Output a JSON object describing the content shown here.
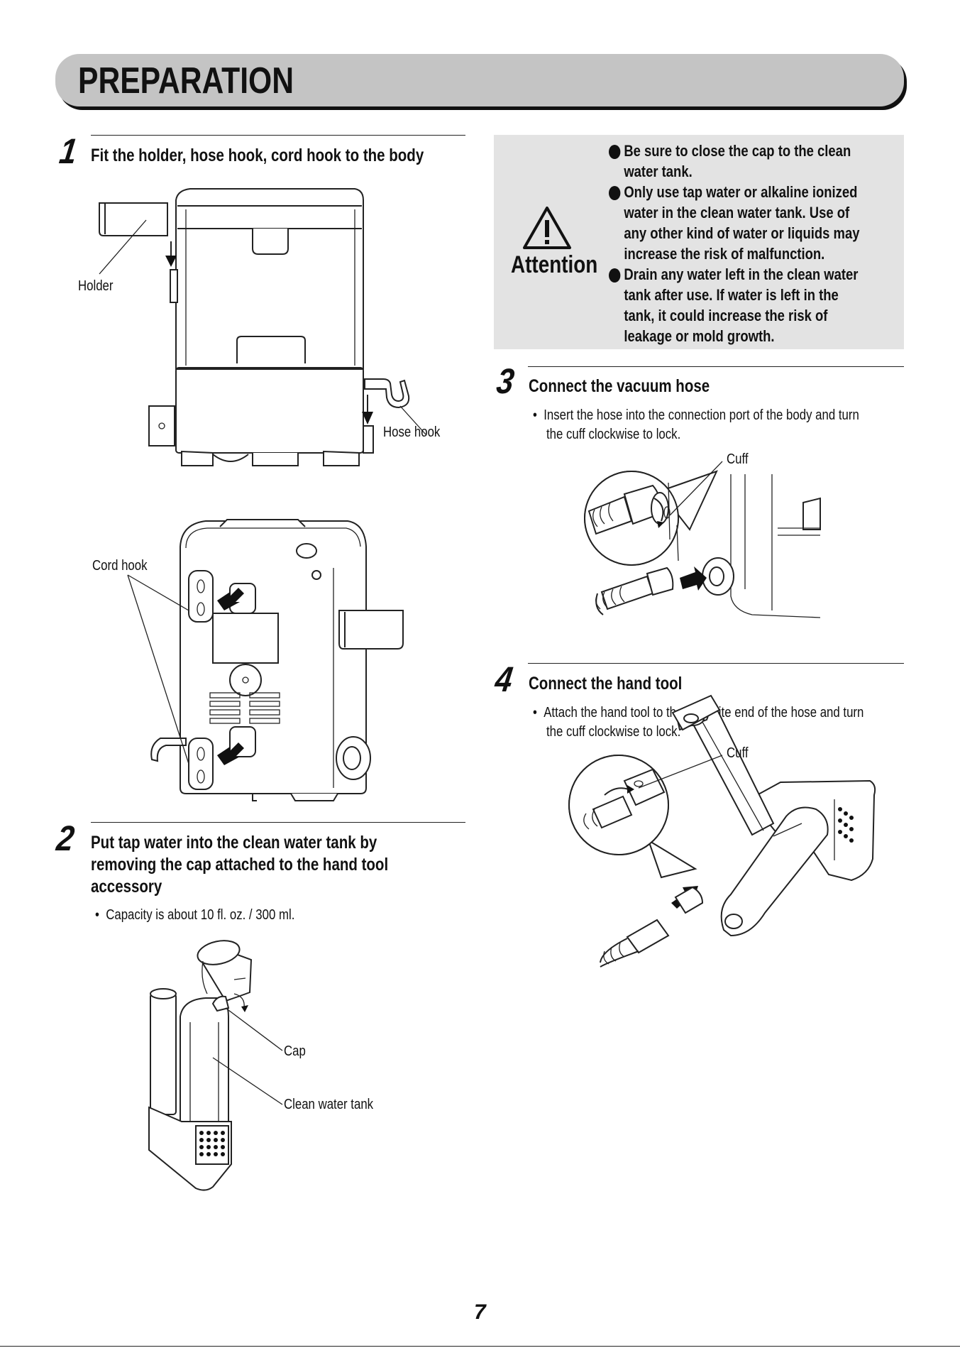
{
  "header": {
    "title": "PREPARATION"
  },
  "steps": [
    {
      "number": "1",
      "title": "Fit the holder, hose hook, cord hook to the body"
    },
    {
      "number": "2",
      "title_lines": [
        "Put tap water into the clean water tank by",
        "removing the cap attached to the hand tool",
        "accessory"
      ],
      "bullet": "Capacity is about 10 fl. oz. / 300 ml."
    },
    {
      "number": "3",
      "title": "Connect the vacuum hose",
      "bullet_lines": [
        "Insert the hose into the connection port of the body and turn",
        "the cuff clockwise to lock."
      ]
    },
    {
      "number": "4",
      "title": "Connect the hand tool",
      "bullet_lines": [
        "Attach the hand tool to the opposite end of the hose and turn",
        "the cuff clockwise to lock."
      ]
    }
  ],
  "labels": {
    "holder": "Holder",
    "hose_hook": "Hose hook",
    "cord_hook": "Cord hook",
    "cap": "Cap",
    "clean_water_tank": "Clean water tank",
    "cuff_3": "Cuff",
    "cuff_4": "Cuff"
  },
  "attention": {
    "heading": "Attention",
    "icon": "warning-triangle-icon",
    "items": [
      [
        "Be sure to close the cap to the clean",
        "water tank."
      ],
      [
        "Only use tap water or alkaline ionized",
        "water in the clean water tank. Use of",
        "any other kind of water or liquids may",
        "increase the risk of malfunction."
      ],
      [
        "Drain any water left in the clean water",
        "tank after use. If water is left in the",
        "tank, it could increase the risk of",
        "leakage or mold growth."
      ]
    ]
  },
  "page_number": "7"
}
